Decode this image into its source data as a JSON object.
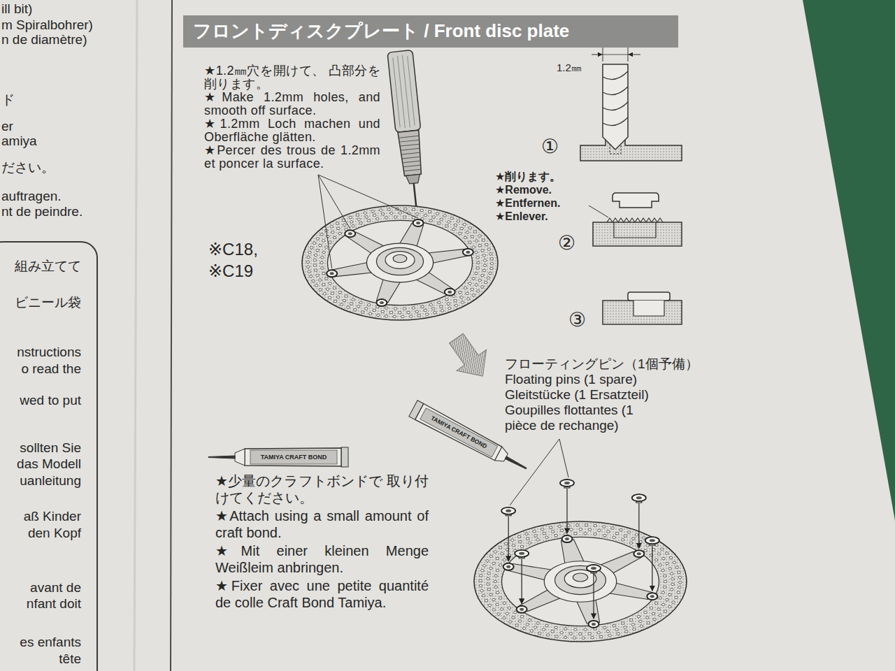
{
  "diagram": {
    "nodes": [
      {
        "text": [
          "フロントディスクプレート / Front disc plate"
        ]
      },
      {
        "text": [
          "組み立てて",
          "ビニール袋",
          "nstructions",
          "o read the",
          "wed to put",
          "sollten Sie",
          "das Modell",
          "uanleitung",
          "aß Kinder",
          "den Kopf",
          "avant de",
          "nfant doit",
          "es enfants",
          "tête"
        ]
      }
    ],
    "labels": [
      "ill bit)",
      "m Spiralbohrer)",
      "n de diamètre)",
      "ド",
      "er",
      "amiya",
      "ださい。",
      "auftragen.",
      "nt de peindre.",
      "★1.2㎜穴を開けて、 凸部分を削ります。",
      "★Make 1.2mm holes, and smooth off surface.",
      "★1.2mm Loch machen und Oberfläche glätten.",
      "★Percer des trous de 1.2mm et poncer la surface.",
      "※C18,",
      "※C19",
      "1.2㎜",
      "①",
      "★削ります。",
      "★Remove.",
      "★Entfernen.",
      "★Enlever.",
      "②",
      "③",
      "フローティングピン（1個予備）",
      "Floating pins (1 spare)",
      "Gleitstücke (1 Ersatzteil)",
      "Goupilles flottantes (1 pièce de rechange)",
      "TAMIYA CRAFT BOND",
      "TAMIYA CRAFT BOND",
      "★少量のクラフトボンドで 取り付けてください。",
      "★Attach using a small amount of craft bond.",
      "★Mit einer kleinen Menge Weißleim anbringen.",
      "★Fixer avec une petite quantité de colle Craft Bond Tamiya."
    ]
  }
}
